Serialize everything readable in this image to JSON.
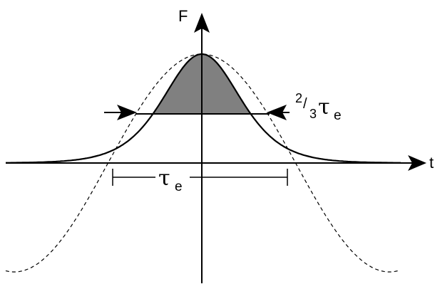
{
  "axes": {
    "y_label": "F",
    "x_label": "t"
  },
  "annotations": {
    "width_symbol": "τ",
    "width_subscript": "e",
    "fraction_numerator": "2",
    "fraction_slash": "/",
    "fraction_denominator": "3",
    "level_symbol": "τ",
    "level_subscript": "e"
  },
  "colors": {
    "ink": "#000000",
    "shaded_region": "#808080",
    "background": "#ffffff"
  }
}
